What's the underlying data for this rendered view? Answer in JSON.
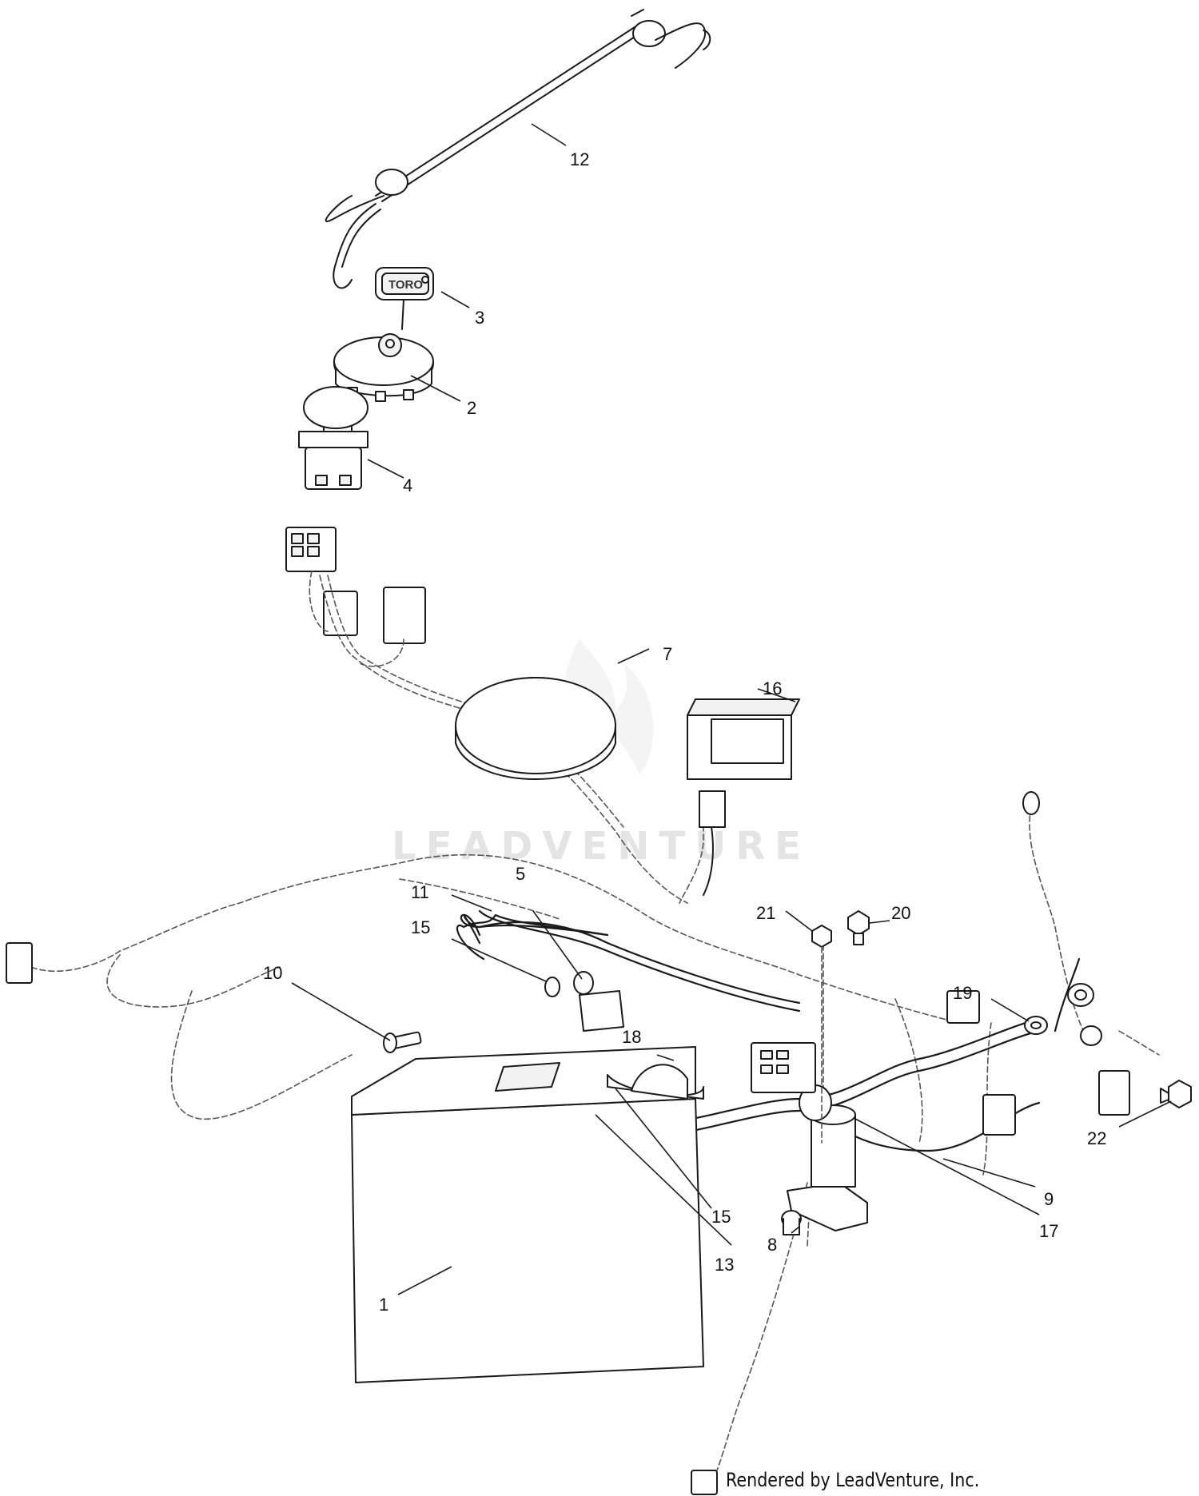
{
  "watermark": {
    "text": "LEADVENTURE"
  },
  "credit": "Rendered by LeadVenture, Inc.",
  "key_brand": "TORO",
  "callouts": [
    {
      "id": "c1",
      "label": "1"
    },
    {
      "id": "c2",
      "label": "2"
    },
    {
      "id": "c3",
      "label": "3"
    },
    {
      "id": "c4",
      "label": "4"
    },
    {
      "id": "c5",
      "label": "5"
    },
    {
      "id": "c7",
      "label": "7"
    },
    {
      "id": "c8",
      "label": "8"
    },
    {
      "id": "c9",
      "label": "9"
    },
    {
      "id": "c10",
      "label": "10"
    },
    {
      "id": "c11",
      "label": "11"
    },
    {
      "id": "c12",
      "label": "12"
    },
    {
      "id": "c13",
      "label": "13"
    },
    {
      "id": "c15a",
      "label": "15"
    },
    {
      "id": "c15b",
      "label": "15"
    },
    {
      "id": "c16",
      "label": "16"
    },
    {
      "id": "c17",
      "label": "17"
    },
    {
      "id": "c18",
      "label": "18"
    },
    {
      "id": "c19",
      "label": "19"
    },
    {
      "id": "c20",
      "label": "20"
    },
    {
      "id": "c21",
      "label": "21"
    },
    {
      "id": "c22",
      "label": "22"
    }
  ]
}
